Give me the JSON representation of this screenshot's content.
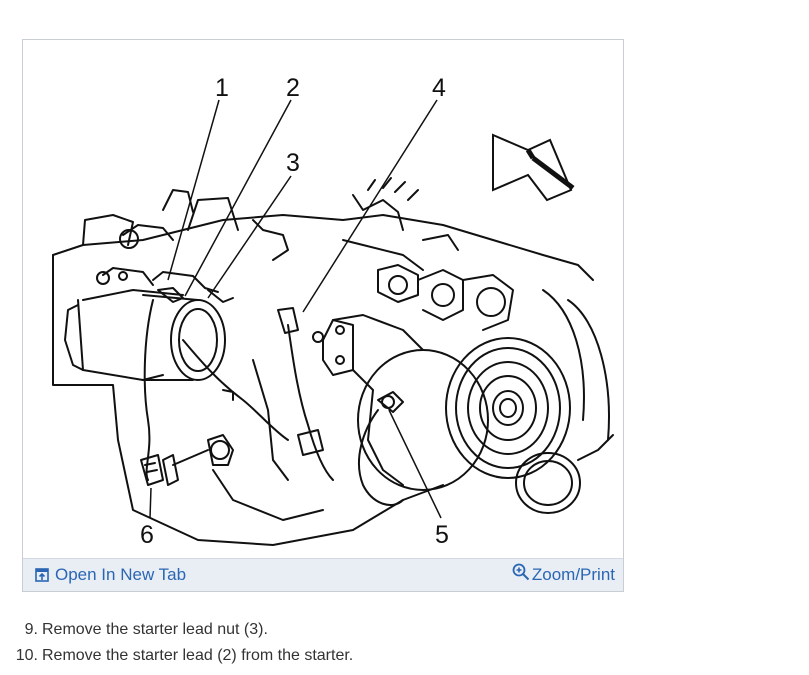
{
  "figure": {
    "callouts": {
      "c1": "1",
      "c2": "2",
      "c3": "3",
      "c4": "4",
      "c5": "5",
      "c6": "6"
    },
    "open_tab_label": "Open In New Tab",
    "zoom_print_label": "Zoom/Print",
    "link_color": "#2a66b4",
    "bar_color": "#e9eef5"
  },
  "steps": [
    {
      "number": "9.",
      "text": "Remove the starter lead nut (3)."
    },
    {
      "number": "10.",
      "text": "Remove the starter lead (2) from the starter."
    }
  ]
}
